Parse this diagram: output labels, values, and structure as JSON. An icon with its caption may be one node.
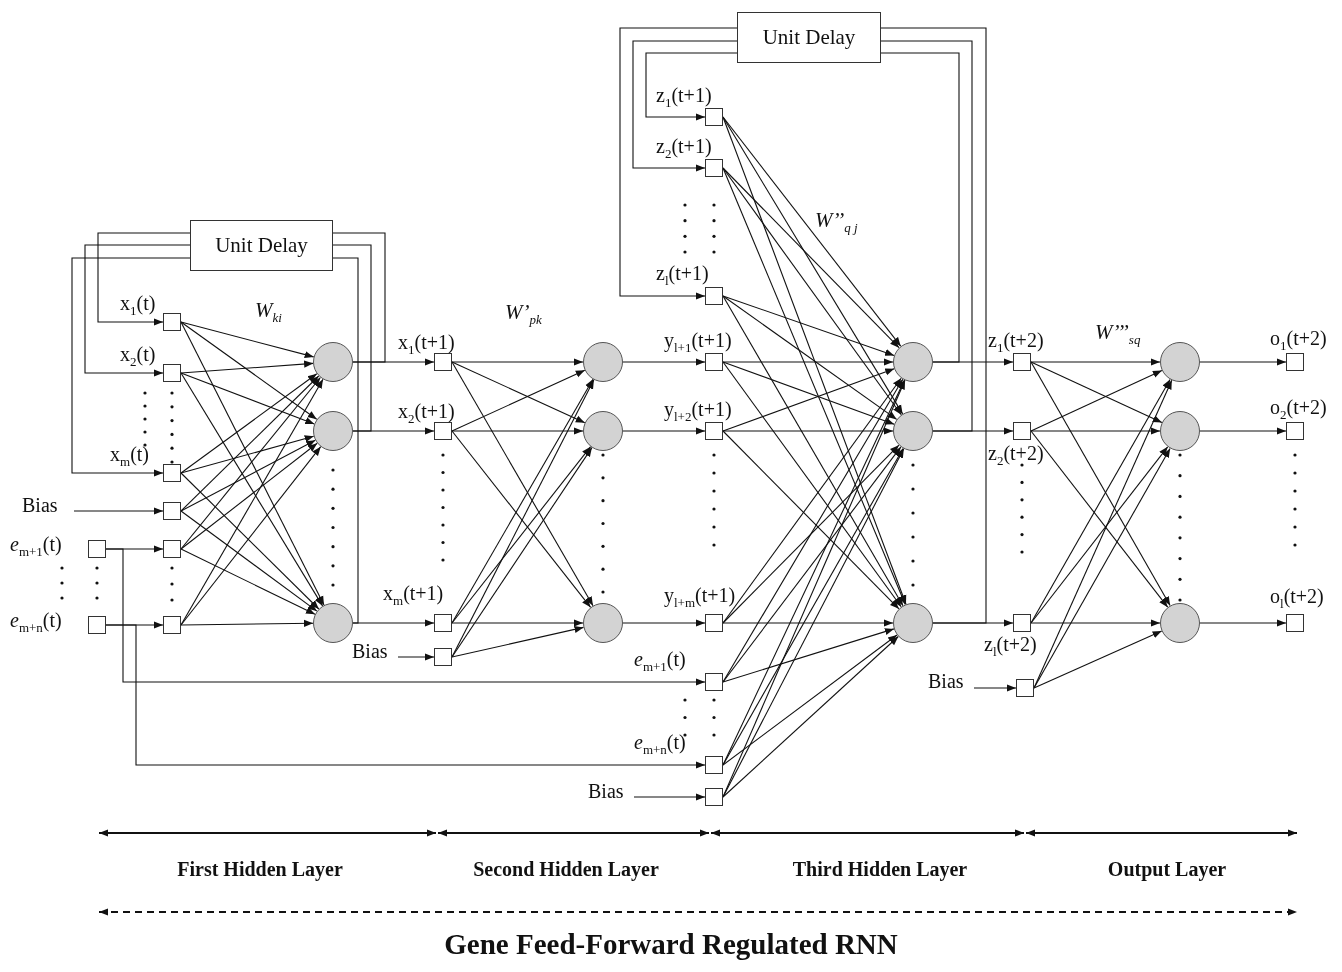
{
  "diagram": {
    "caption": "Gene Feed-Forward Regulated RNN",
    "nodes": [
      {
        "text": [
          "Unit Delay"
        ]
      },
      {
        "text": [],
        "shape": "box",
        "beside": [
          "x$_{1}$(t)"
        ]
      },
      {
        "text": [],
        "shape": "box",
        "beside": [
          "x$_{2}$(t)"
        ]
      },
      {
        "text": [],
        "shape": "box",
        "beside": [
          "x$_{m}$(t)"
        ]
      },
      {
        "text": [],
        "shape": "box"
      },
      {
        "text": [],
        "shape": "box",
        "beside": [
          "*e*$_{m+1}$(t)"
        ]
      },
      {
        "text": [],
        "shape": "box",
        "beside": [
          "*e*$_{m+n}$(t)"
        ]
      },
      {
        "text": [],
        "shape": "box"
      },
      {
        "text": [],
        "shape": "box"
      },
      {
        "text": [],
        "shape": "circle"
      },
      {
        "text": [],
        "shape": "circle"
      },
      {
        "text": [],
        "shape": "circle"
      },
      {
        "text": [],
        "shape": "box",
        "beside": [
          "x$_{1}$(t+1)"
        ]
      },
      {
        "text": [],
        "shape": "box",
        "beside": [
          "x$_{2}$(t+1)"
        ]
      },
      {
        "text": [],
        "shape": "box",
        "beside": [
          "x$_{m}$(t+1)"
        ]
      },
      {
        "text": [],
        "shape": "box"
      },
      {
        "text": [],
        "shape": "circle"
      },
      {
        "text": [],
        "shape": "circle"
      },
      {
        "text": [],
        "shape": "circle"
      },
      {
        "text": [
          "Unit Delay"
        ]
      },
      {
        "text": [],
        "shape": "box",
        "beside": [
          "z$_{1}$(t+1)"
        ]
      },
      {
        "text": [],
        "shape": "box",
        "beside": [
          "z$_{2}$(t+1)"
        ]
      },
      {
        "text": [],
        "shape": "box",
        "beside": [
          "z$_{l}$(t+1)"
        ]
      },
      {
        "text": [],
        "shape": "box",
        "beside": [
          "y$_{l+1}$(t+1)"
        ]
      },
      {
        "text": [],
        "shape": "box",
        "beside": [
          "y$_{l+2}$(t+1)"
        ]
      },
      {
        "text": [],
        "shape": "box",
        "beside": [
          "y$_{l+m}$(t+1)"
        ]
      },
      {
        "text": [],
        "shape": "box",
        "beside": [
          "*e*$_{m+1}$(t)"
        ]
      },
      {
        "text": [],
        "shape": "box",
        "beside": [
          "*e*$_{m+n}$(t)"
        ]
      },
      {
        "text": [],
        "shape": "box"
      },
      {
        "text": [],
        "shape": "circle"
      },
      {
        "text": [],
        "shape": "circle"
      },
      {
        "text": [],
        "shape": "circle"
      },
      {
        "text": [],
        "shape": "box",
        "beside": [
          "z$_{1}$(t+2)"
        ]
      },
      {
        "text": [],
        "shape": "box",
        "beside": [
          "z$_{2}$(t+2)"
        ]
      },
      {
        "text": [],
        "shape": "box",
        "beside": [
          "z$_{l}$(t+2)"
        ]
      },
      {
        "text": [],
        "shape": "box"
      },
      {
        "text": [],
        "shape": "circle"
      },
      {
        "text": [],
        "shape": "circle"
      },
      {
        "text": [],
        "shape": "circle"
      },
      {
        "text": [],
        "shape": "box",
        "beside": [
          "o$_{1}$(t+2)"
        ]
      },
      {
        "text": [],
        "shape": "box",
        "beside": [
          "o$_{2}$(t+2)"
        ]
      },
      {
        "text": [],
        "shape": "box",
        "beside": [
          "o$_{l}$(t+2)"
        ]
      },
      {
        "text": [
          "Bias"
        ]
      },
      {
        "text": [
          "Bias"
        ]
      },
      {
        "text": [
          "Bias"
        ]
      },
      {
        "text": [
          "Bias"
        ]
      }
    ],
    "edges": [
      {
        "from": 0,
        "to": 1,
        "arrow": "to"
      },
      {
        "from": 0,
        "to": 2,
        "arrow": "to"
      },
      {
        "from": 0,
        "to": 3,
        "arrow": "to"
      },
      {
        "from": 1,
        "to": 9,
        "arrow": "to"
      },
      {
        "from": 1,
        "to": 10,
        "arrow": "to"
      },
      {
        "from": 1,
        "to": 11,
        "arrow": "to"
      },
      {
        "from": 2,
        "to": 9,
        "arrow": "to"
      },
      {
        "from": 2,
        "to": 10,
        "arrow": "to"
      },
      {
        "from": 2,
        "to": 11,
        "arrow": "to"
      },
      {
        "from": 3,
        "to": 9,
        "arrow": "to"
      },
      {
        "from": 3,
        "to": 10,
        "arrow": "to"
      },
      {
        "from": 3,
        "to": 11,
        "arrow": "to"
      },
      {
        "from": 4,
        "to": 9,
        "arrow": "to"
      },
      {
        "from": 4,
        "to": 10,
        "arrow": "to"
      },
      {
        "from": 4,
        "to": 11,
        "arrow": "to"
      },
      {
        "from": 7,
        "to": 9,
        "arrow": "to"
      },
      {
        "from": 7,
        "to": 10,
        "arrow": "to"
      },
      {
        "from": 7,
        "to": 11,
        "arrow": "to"
      },
      {
        "from": 8,
        "to": 9,
        "arrow": "to"
      },
      {
        "from": 8,
        "to": 10,
        "arrow": "to"
      },
      {
        "from": 8,
        "to": 11,
        "arrow": "to"
      },
      {
        "from": 42,
        "to": 4,
        "arrow": "to"
      },
      {
        "from": 5,
        "to": 7,
        "arrow": "to"
      },
      {
        "from": 6,
        "to": 8,
        "arrow": "to"
      },
      {
        "from": 5,
        "to": 26,
        "arrow": "to"
      },
      {
        "from": 6,
        "to": 27,
        "arrow": "to"
      },
      {
        "from": 9,
        "to": 12,
        "arrow": "to"
      },
      {
        "from": 10,
        "to": 13,
        "arrow": "to"
      },
      {
        "from": 11,
        "to": 14,
        "arrow": "to"
      },
      {
        "from": 9,
        "to": 0,
        "arrow": "none"
      },
      {
        "from": 10,
        "to": 0,
        "arrow": "none"
      },
      {
        "from": 11,
        "to": 0,
        "arrow": "none"
      },
      {
        "from": 12,
        "to": 16,
        "arrow": "to"
      },
      {
        "from": 12,
        "to": 17,
        "arrow": "to"
      },
      {
        "from": 12,
        "to": 18,
        "arrow": "to"
      },
      {
        "from": 13,
        "to": 16,
        "arrow": "to"
      },
      {
        "from": 13,
        "to": 17,
        "arrow": "to"
      },
      {
        "from": 13,
        "to": 18,
        "arrow": "to"
      },
      {
        "from": 14,
        "to": 16,
        "arrow": "to"
      },
      {
        "from": 14,
        "to": 17,
        "arrow": "to"
      },
      {
        "from": 14,
        "to": 18,
        "arrow": "to"
      },
      {
        "from": 15,
        "to": 16,
        "arrow": "to"
      },
      {
        "from": 15,
        "to": 17,
        "arrow": "to"
      },
      {
        "from": 15,
        "to": 18,
        "arrow": "to"
      },
      {
        "from": 43,
        "to": 15,
        "arrow": "to"
      },
      {
        "from": 16,
        "to": 23,
        "arrow": "to"
      },
      {
        "from": 17,
        "to": 24,
        "arrow": "to"
      },
      {
        "from": 18,
        "to": 25,
        "arrow": "to"
      },
      {
        "from": 19,
        "to": 20,
        "arrow": "to"
      },
      {
        "from": 19,
        "to": 21,
        "arrow": "to"
      },
      {
        "from": 19,
        "to": 22,
        "arrow": "to"
      },
      {
        "from": 20,
        "to": 29,
        "arrow": "to"
      },
      {
        "from": 20,
        "to": 30,
        "arrow": "to"
      },
      {
        "from": 20,
        "to": 31,
        "arrow": "to"
      },
      {
        "from": 21,
        "to": 29,
        "arrow": "to"
      },
      {
        "from": 21,
        "to": 30,
        "arrow": "to"
      },
      {
        "from": 21,
        "to": 31,
        "arrow": "to"
      },
      {
        "from": 22,
        "to": 29,
        "arrow": "to"
      },
      {
        "from": 22,
        "to": 30,
        "arrow": "to"
      },
      {
        "from": 22,
        "to": 31,
        "arrow": "to"
      },
      {
        "from": 23,
        "to": 29,
        "arrow": "to"
      },
      {
        "from": 23,
        "to": 30,
        "arrow": "to"
      },
      {
        "from": 23,
        "to": 31,
        "arrow": "to"
      },
      {
        "from": 24,
        "to": 29,
        "arrow": "to"
      },
      {
        "from": 24,
        "to": 30,
        "arrow": "to"
      },
      {
        "from": 24,
        "to": 31,
        "arrow": "to"
      },
      {
        "from": 25,
        "to": 29,
        "arrow": "to"
      },
      {
        "from": 25,
        "to": 30,
        "arrow": "to"
      },
      {
        "from": 25,
        "to": 31,
        "arrow": "to"
      },
      {
        "from": 26,
        "to": 29,
        "arrow": "to"
      },
      {
        "from": 26,
        "to": 30,
        "arrow": "to"
      },
      {
        "from": 26,
        "to": 31,
        "arrow": "to"
      },
      {
        "from": 27,
        "to": 29,
        "arrow": "to"
      },
      {
        "from": 27,
        "to": 30,
        "arrow": "to"
      },
      {
        "from": 27,
        "to": 31,
        "arrow": "to"
      },
      {
        "from": 28,
        "to": 29,
        "arrow": "to"
      },
      {
        "from": 28,
        "to": 30,
        "arrow": "to"
      },
      {
        "from": 28,
        "to": 31,
        "arrow": "to"
      },
      {
        "from": 44,
        "to": 28,
        "arrow": "to"
      },
      {
        "from": 29,
        "to": 32,
        "arrow": "to"
      },
      {
        "from": 30,
        "to": 33,
        "arrow": "to"
      },
      {
        "from": 31,
        "to": 34,
        "arrow": "to"
      },
      {
        "from": 29,
        "to": 19,
        "arrow": "none"
      },
      {
        "from": 30,
        "to": 19,
        "arrow": "none"
      },
      {
        "from": 31,
        "to": 19,
        "arrow": "none"
      },
      {
        "from": 32,
        "to": 36,
        "arrow": "to"
      },
      {
        "from": 32,
        "to": 37,
        "arrow": "to"
      },
      {
        "from": 32,
        "to": 38,
        "arrow": "to"
      },
      {
        "from": 33,
        "to": 36,
        "arrow": "to"
      },
      {
        "from": 33,
        "to": 37,
        "arrow": "to"
      },
      {
        "from": 33,
        "to": 38,
        "arrow": "to"
      },
      {
        "from": 34,
        "to": 36,
        "arrow": "to"
      },
      {
        "from": 34,
        "to": 37,
        "arrow": "to"
      },
      {
        "from": 34,
        "to": 38,
        "arrow": "to"
      },
      {
        "from": 35,
        "to": 36,
        "arrow": "to"
      },
      {
        "from": 35,
        "to": 37,
        "arrow": "to"
      },
      {
        "from": 35,
        "to": 38,
        "arrow": "to"
      },
      {
        "from": 45,
        "to": 35,
        "arrow": "to"
      },
      {
        "from": 36,
        "to": 39,
        "arrow": "to"
      },
      {
        "from": 37,
        "to": 40,
        "arrow": "to"
      },
      {
        "from": 38,
        "to": 41,
        "arrow": "to"
      }
    ],
    "labels": [
      "*W*$_{ki}$",
      "*W’*$_{pk}$",
      "*W’’*$_{q j}$",
      "*W’’’*$_{sq}$",
      "First Hidden Layer",
      "Second Hidden Layer",
      "Third Hidden Layer",
      "Output Layer"
    ]
  }
}
